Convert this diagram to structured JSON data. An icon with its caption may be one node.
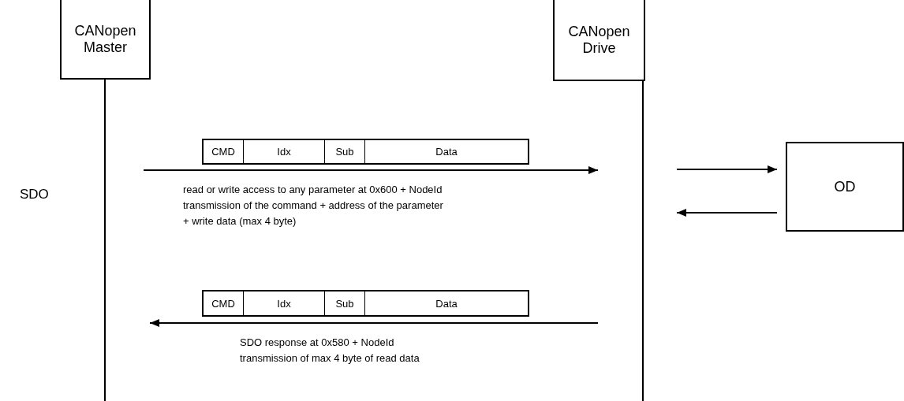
{
  "diagram": {
    "nodes": [
      {
        "text": [
          "CANopen Master"
        ]
      },
      {
        "text": [
          "CANopen Drive"
        ]
      },
      {
        "text": [],
        "shape": "bar"
      },
      {
        "text": [],
        "shape": "bar"
      },
      {
        "text": [],
        "shape": "box"
      },
      {
        "text": [
          "CMD"
        ],
        "in": 4
      },
      {
        "text": [
          "Idx"
        ],
        "in": 4
      },
      {
        "text": [
          "Sub"
        ],
        "in": 4
      },
      {
        "text": [
          "Data"
        ],
        "in": 4
      },
      {
        "text": [
          "OD"
        ]
      },
      {
        "text": [],
        "shape": "box"
      },
      {
        "text": [
          "CMD"
        ],
        "in": 10
      },
      {
        "text": [
          "Idx"
        ],
        "in": 10
      },
      {
        "text": [
          "Sub"
        ],
        "in": 10
      },
      {
        "text": [
          "Data"
        ],
        "in": 10
      }
    ],
    "edges": [
      {
        "from": 2,
        "to": 3,
        "arrow": "to",
        "label": "read or write access to any parameter at 0x600 + NodeId transmission of the command + address of the parameter + write data (max 4 byte)"
      },
      {
        "from": 3,
        "to": 2,
        "arrow": "to",
        "label": "SDO response at 0x580 + NodeId transmission of max 4 byte of read data"
      },
      {
        "from": 3,
        "to": 9,
        "arrow": "to"
      },
      {
        "from": 9,
        "to": 3,
        "arrow": "to"
      }
    ],
    "labels": [
      "SDO"
    ]
  }
}
